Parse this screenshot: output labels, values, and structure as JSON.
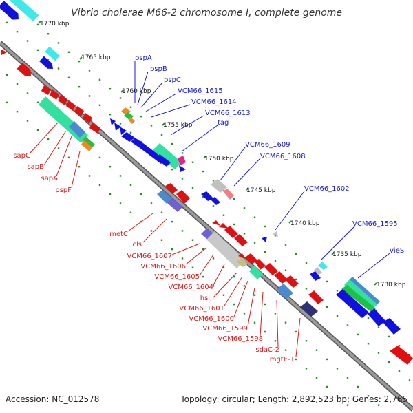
{
  "title": "Vibrio cholerae M66-2 chromosome I, complete genome",
  "footer": {
    "accession": "Accession: NC_012578",
    "topology": "Topology: circular; Length: 2,892,523 bp; Genes: 2,765"
  },
  "ticks": [
    "1770 kbp",
    "1765 kbp",
    "1760 kbp",
    "1755 kbp",
    "1750 kbp",
    "1745 kbp",
    "1740 kbp",
    "1735 kbp",
    "1730 kbp"
  ],
  "forward_genes": [
    "pspA",
    "pspB",
    "pspC",
    "VCM66_1615",
    "VCM66_1614",
    "VCM66_1613",
    "tag",
    "VCM66_1609",
    "VCM66_1608",
    "VCM66_1602",
    "VCM66_1595",
    "vieS"
  ],
  "reverse_genes": [
    "sapC",
    "sapB",
    "sapA",
    "pspF",
    "metC",
    "cls",
    "VCM66_1607",
    "VCM66_1606",
    "VCM66_1605",
    "VCM66_1604",
    "hslJ",
    "VCM66_1601",
    "VCM66_1600",
    "VCM66_1599",
    "VCM66_1598",
    "sdaC-2",
    "mgtE-1"
  ],
  "colors": {
    "forward_cds": "#1010e0",
    "reverse_cds": "#e01010",
    "backbone": "#888888",
    "dots": "#2a8a2a",
    "forward_label": "#1a1ad8",
    "reverse_label": "#d81a1a"
  }
}
